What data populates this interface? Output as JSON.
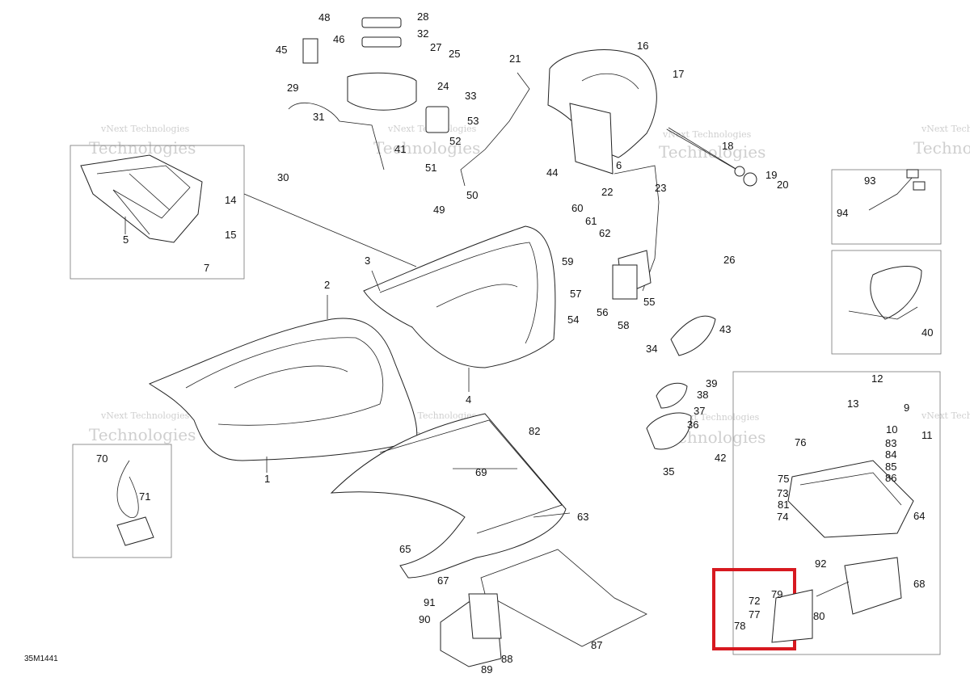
{
  "diagram": {
    "reference_code": "35M1441",
    "watermark_lines": [
      "vNext Technologies",
      "Technologies"
    ],
    "highlight_color": "#d71920",
    "callouts": [
      "1",
      "2",
      "3",
      "4",
      "5",
      "6",
      "7",
      "9",
      "10",
      "11",
      "12",
      "13",
      "14",
      "15",
      "16",
      "17",
      "18",
      "19",
      "20",
      "21",
      "22",
      "23",
      "24",
      "25",
      "26",
      "27",
      "28",
      "29",
      "30",
      "31",
      "32",
      "33",
      "34",
      "35",
      "36",
      "37",
      "38",
      "39",
      "40",
      "41",
      "42",
      "43",
      "44",
      "45",
      "46",
      "48",
      "49",
      "50",
      "51",
      "52",
      "53",
      "54",
      "55",
      "56",
      "57",
      "58",
      "59",
      "60",
      "61",
      "62",
      "63",
      "64",
      "65",
      "67",
      "68",
      "69",
      "70",
      "71",
      "72",
      "73",
      "74",
      "75",
      "76",
      "77",
      "78",
      "79",
      "80",
      "81",
      "82",
      "83",
      "84",
      "85",
      "86",
      "87",
      "88",
      "89",
      "90",
      "91",
      "92",
      "93",
      "94"
    ]
  }
}
